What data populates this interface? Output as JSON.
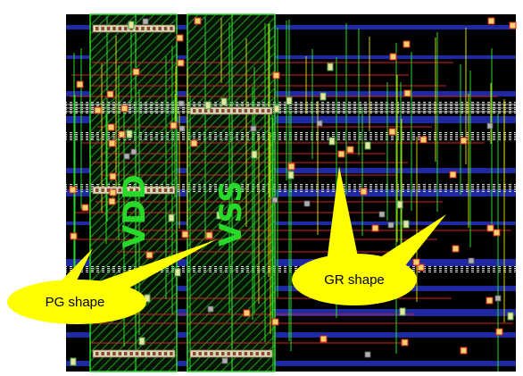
{
  "labels": {
    "vdd": "VDD",
    "vss": "VSS",
    "pg_callout": "PG shape",
    "gr_callout": "GR shape"
  },
  "colors": {
    "background": "#000000",
    "pg_green": "#29d929",
    "hatch": "#1f8f1f",
    "signal_red": "#d22222",
    "metal_blue": "#2a38d8",
    "via_yellow": "#e6e600",
    "callout_fill": "#ffff00",
    "stripe_white": "#c8c8c8"
  }
}
